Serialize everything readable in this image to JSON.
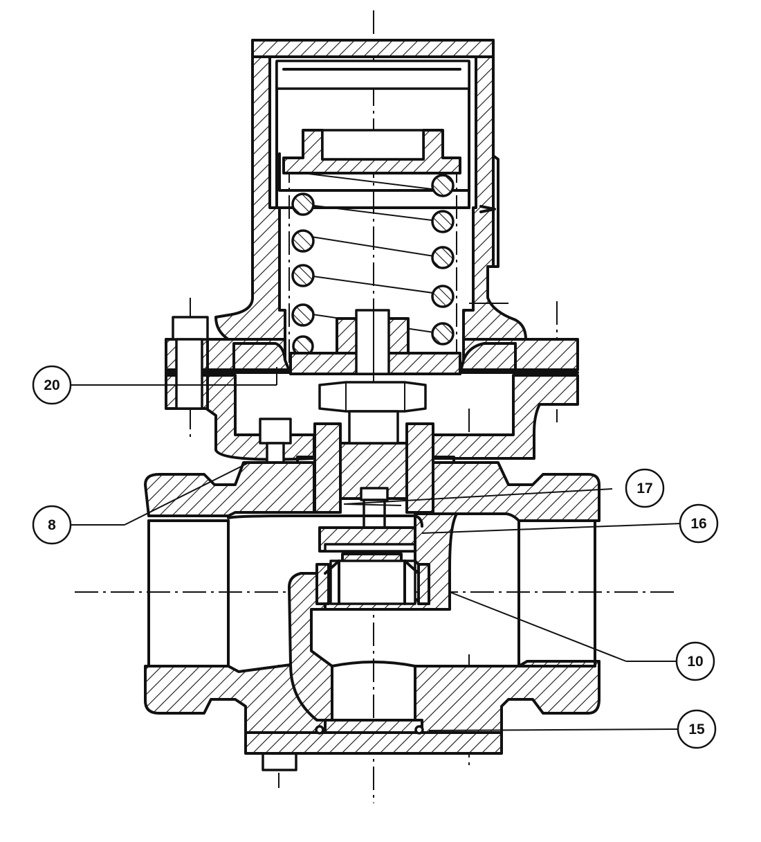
{
  "callouts": [
    {
      "id": "c20",
      "label": "20"
    },
    {
      "id": "c8",
      "label": "8"
    },
    {
      "id": "c17",
      "label": "17"
    },
    {
      "id": "c16",
      "label": "16"
    },
    {
      "id": "c10",
      "label": "10"
    },
    {
      "id": "c15",
      "label": "15"
    }
  ]
}
